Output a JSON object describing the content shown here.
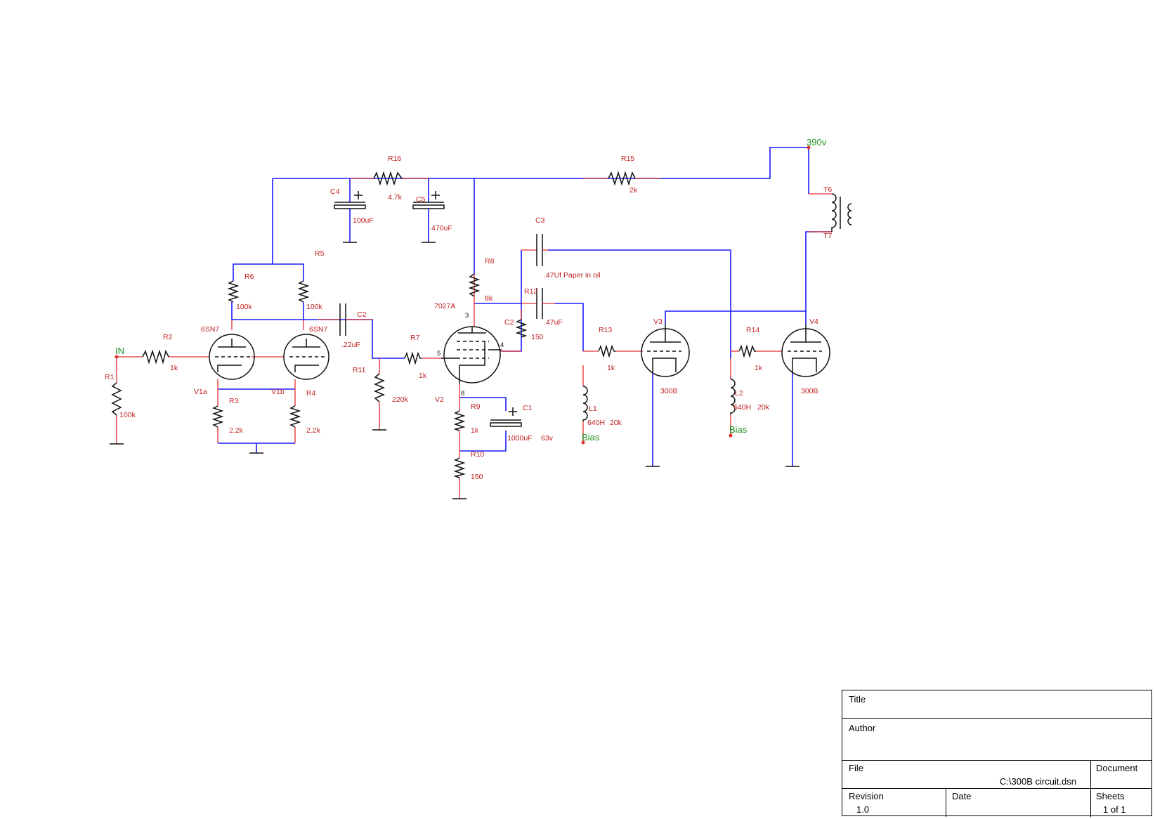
{
  "nets": {
    "in": "IN",
    "b_plus": "390v",
    "bias1": "Bias",
    "bias2": "Bias"
  },
  "tubes": {
    "v1a_type": "6SN7",
    "v1a_ref": "V1a",
    "v1b_type": "6SN7",
    "v1b_ref": "V1b",
    "v2_type": "7027A",
    "v2_ref": "V2",
    "v2_pin3": "3",
    "v2_pin4": "4",
    "v2_pin5": "5",
    "v2_pin8": "8",
    "v3_ref": "V3",
    "v3_type": "300B",
    "v4_ref": "V4",
    "v4_type": "300B"
  },
  "resistors": {
    "r1": {
      "ref": "R1",
      "value": "100k"
    },
    "r2": {
      "ref": "R2",
      "value": "1k"
    },
    "r3": {
      "ref": "R3",
      "value": "2.2k"
    },
    "r4": {
      "ref": "R4",
      "value": "2.2k"
    },
    "r5": {
      "ref": "R5"
    },
    "r6": {
      "ref": "R6",
      "value": "100k"
    },
    "r5val": {
      "value": "100k"
    },
    "r7": {
      "ref": "R7",
      "value": "1k"
    },
    "r8": {
      "ref": "R8",
      "value": "8k"
    },
    "r9": {
      "ref": "R9",
      "value": "1k"
    },
    "r10": {
      "ref": "R10",
      "value": "150"
    },
    "r11": {
      "ref": "R11",
      "value": "220k"
    },
    "r12": {
      "ref": "R12",
      "value": "150"
    },
    "r13": {
      "ref": "R13",
      "value": "1k"
    },
    "r14": {
      "ref": "R14",
      "value": "1k"
    },
    "r15": {
      "ref": "R15",
      "value": "2k"
    },
    "r16": {
      "ref": "R16",
      "value": "4.7k"
    }
  },
  "capacitors": {
    "c1": {
      "ref": "C1",
      "value": "1000uF",
      "voltage": "63v"
    },
    "c2": {
      "ref": "C2",
      "value": ".22uF"
    },
    "c2b": {
      "ref": "C2",
      "value": ".47uF"
    },
    "c3": {
      "ref": "C3",
      "value": ".47Uf Paper in oil"
    },
    "c4": {
      "ref": "C4",
      "value": "100uF"
    },
    "c5": {
      "ref": "C5",
      "value": "470uF"
    }
  },
  "inductors": {
    "l1": {
      "ref": "L1",
      "value": "640H",
      "value2": "20k"
    },
    "l2": {
      "ref": "L2",
      "value": "640H",
      "value2": "20k"
    }
  },
  "transformer": {
    "top": "T6",
    "bottom": "T7"
  },
  "title_block": {
    "title_label": "Title",
    "author_label": "Author",
    "file_label": "File",
    "file_value": "C:\\300B circuit.dsn",
    "document_label": "Document",
    "revision_label": "Revision",
    "revision_value": "1.0",
    "date_label": "Date",
    "sheets_label": "Sheets",
    "sheets_value": "1 of 1"
  },
  "colors": {
    "wire": "#1a1aff",
    "lead": "#e03030",
    "label": "#c02020",
    "net": "#209020"
  }
}
